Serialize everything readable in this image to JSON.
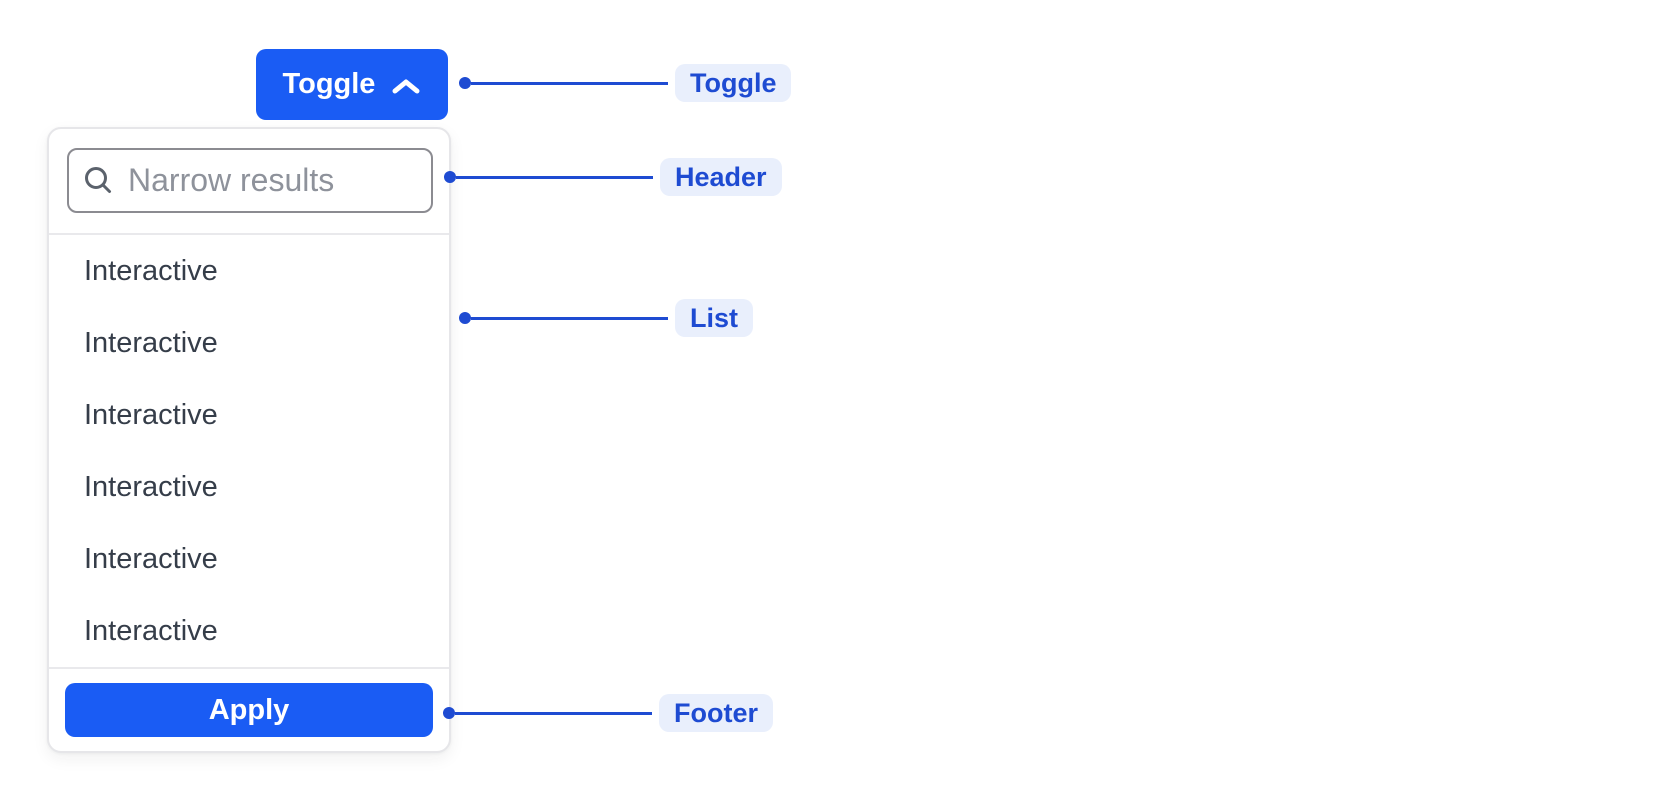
{
  "colors": {
    "button_bg": "#1a5cf4",
    "button_text": "#ffffff",
    "annotation": "#1e4bd2",
    "annotation_pill_bg": "#e9effc",
    "panel_border": "#e6e6e9",
    "divider": "#e9e9ec",
    "input_border": "#8b8b91",
    "placeholder": "#8e929b",
    "item_text": "#353d49",
    "icon": "#5b626c"
  },
  "toggle": {
    "label": "Toggle",
    "icon": "chevron-up-icon"
  },
  "dropdown": {
    "header": {
      "icon": "search-icon",
      "search_placeholder": "Narrow results",
      "search_value": ""
    },
    "list": {
      "items": [
        "Interactive",
        "Interactive",
        "Interactive",
        "Interactive",
        "Interactive",
        "Interactive"
      ]
    },
    "footer": {
      "apply_label": "Apply"
    }
  },
  "annotations": [
    {
      "target": "toggle",
      "label": "Toggle"
    },
    {
      "target": "header",
      "label": "Header"
    },
    {
      "target": "list",
      "label": "List"
    },
    {
      "target": "footer",
      "label": "Footer"
    }
  ]
}
